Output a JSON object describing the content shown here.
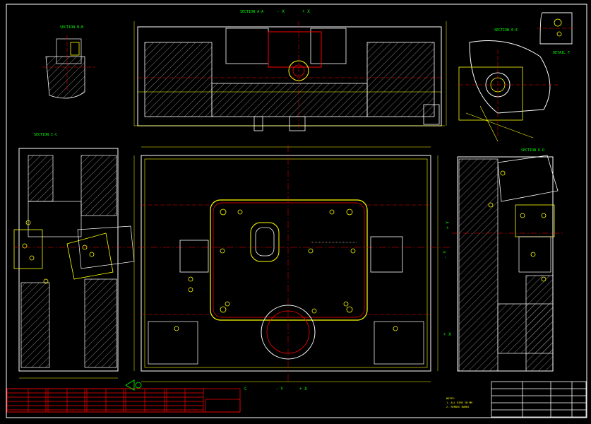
{
  "drawing": {
    "background": "#000000",
    "colors": {
      "border": "#ffffff",
      "outline": "#ffffff",
      "dimension": "#ffff00",
      "hidden": "#ff0000",
      "center": "#ff0000",
      "hatch": "#c8c8c8",
      "green": "#00ff00",
      "table": "#ff0000",
      "title_block": "#ffffff"
    },
    "views": {
      "section_aa_label": "SECTION A-A",
      "section_bb_label": "SECTION B-B",
      "section_cc_label": "SECTION C-C",
      "section_dd_label": "SECTION D-D",
      "section_ee_label": "SECTION E-E",
      "detail_label": "DETAIL F"
    },
    "cut_marks": {
      "top_left": "- X",
      "top_right": "+ X",
      "bottom_left": "C",
      "bottom_mid": "- Y",
      "bottom_right": "+ X",
      "right_plus_y": "+ Y",
      "right_minus_y": "- Y",
      "right_x": "+ X"
    },
    "notes": {
      "line1": "NOTES:",
      "line2": "1. ALL DIMS IN MM",
      "line3": "2. REMOVE BURRS"
    },
    "title_block": {
      "row1": "",
      "row2": ""
    }
  }
}
